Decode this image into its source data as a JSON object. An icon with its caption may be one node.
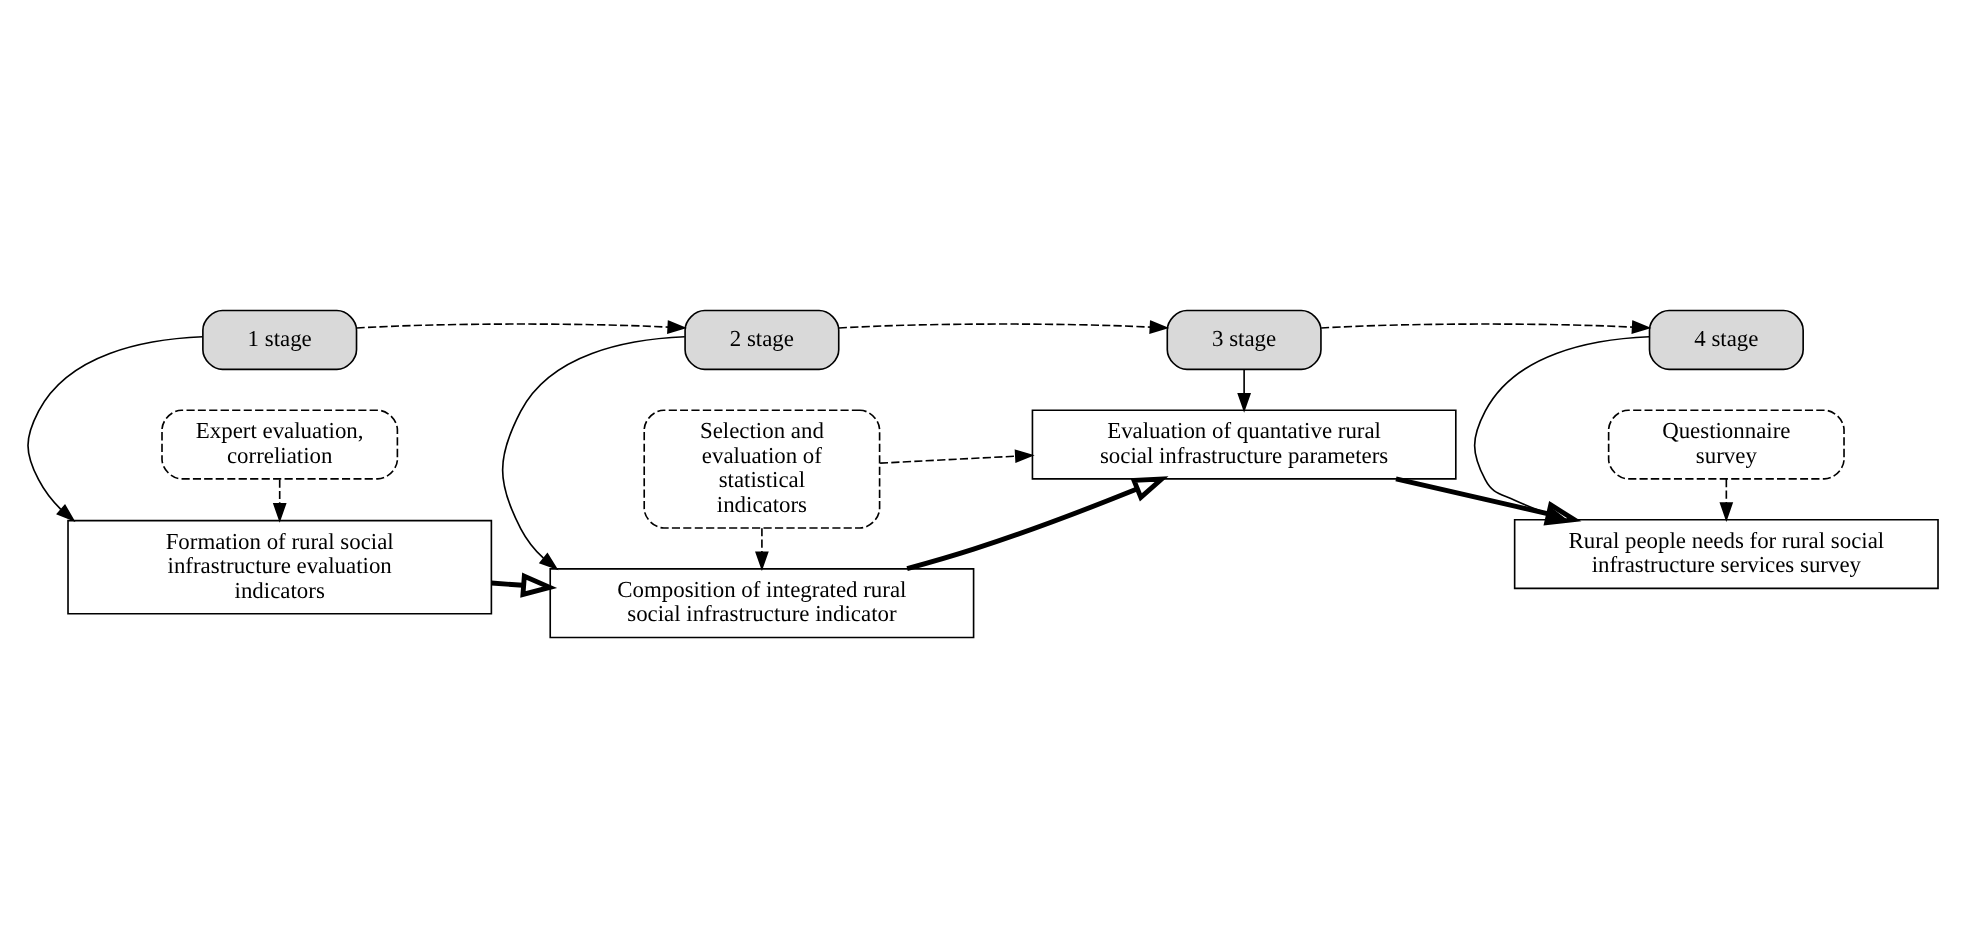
{
  "diagram": {
    "nodes": [
      {
        "text": [
          "1 stage"
        ]
      },
      {
        "text": [
          "2 stage"
        ]
      },
      {
        "text": [
          "3 stage"
        ]
      },
      {
        "text": [
          "4 stage"
        ]
      },
      {
        "text": [
          "Formation of rural social infrastructure evaluation indicators"
        ]
      },
      {
        "text": [
          "Composition of integrated rural social infrastructure indicator"
        ]
      },
      {
        "text": [
          "Evaluation of quantative rural social infrastructure parameters"
        ]
      },
      {
        "text": [
          "Rural people needs for rural social infrastructure services survey"
        ]
      },
      {
        "text": [
          "Expert evaluation, correliation"
        ]
      },
      {
        "text": [
          "Selection and evaluation of statistical indicators"
        ]
      },
      {
        "text": [
          "Questionnaire survey"
        ]
      }
    ],
    "edges": [
      {
        "from": 0,
        "to": 1,
        "arrow": "to",
        "style": "dashed"
      },
      {
        "from": 1,
        "to": 2,
        "arrow": "to",
        "style": "dashed"
      },
      {
        "from": 2,
        "to": 3,
        "arrow": "to",
        "style": "dashed"
      },
      {
        "from": 0,
        "to": 4,
        "arrow": "to"
      },
      {
        "from": 1,
        "to": 5,
        "arrow": "to"
      },
      {
        "from": 2,
        "to": 6,
        "arrow": "to"
      },
      {
        "from": 3,
        "to": 7,
        "arrow": "to"
      },
      {
        "from": 4,
        "to": 5,
        "arrow": "to",
        "style": "thick"
      },
      {
        "from": 5,
        "to": 6,
        "arrow": "to",
        "style": "thick"
      },
      {
        "from": 6,
        "to": 7,
        "arrow": "to",
        "style": "thick"
      },
      {
        "from": 8,
        "to": 4,
        "arrow": "to",
        "style": "dashed"
      },
      {
        "from": 9,
        "to": 5,
        "arrow": "to",
        "style": "dashed"
      },
      {
        "from": 9,
        "to": 6,
        "arrow": "to",
        "style": "dashed"
      },
      {
        "from": 10,
        "to": 7,
        "arrow": "to",
        "style": "dashed"
      }
    ]
  }
}
